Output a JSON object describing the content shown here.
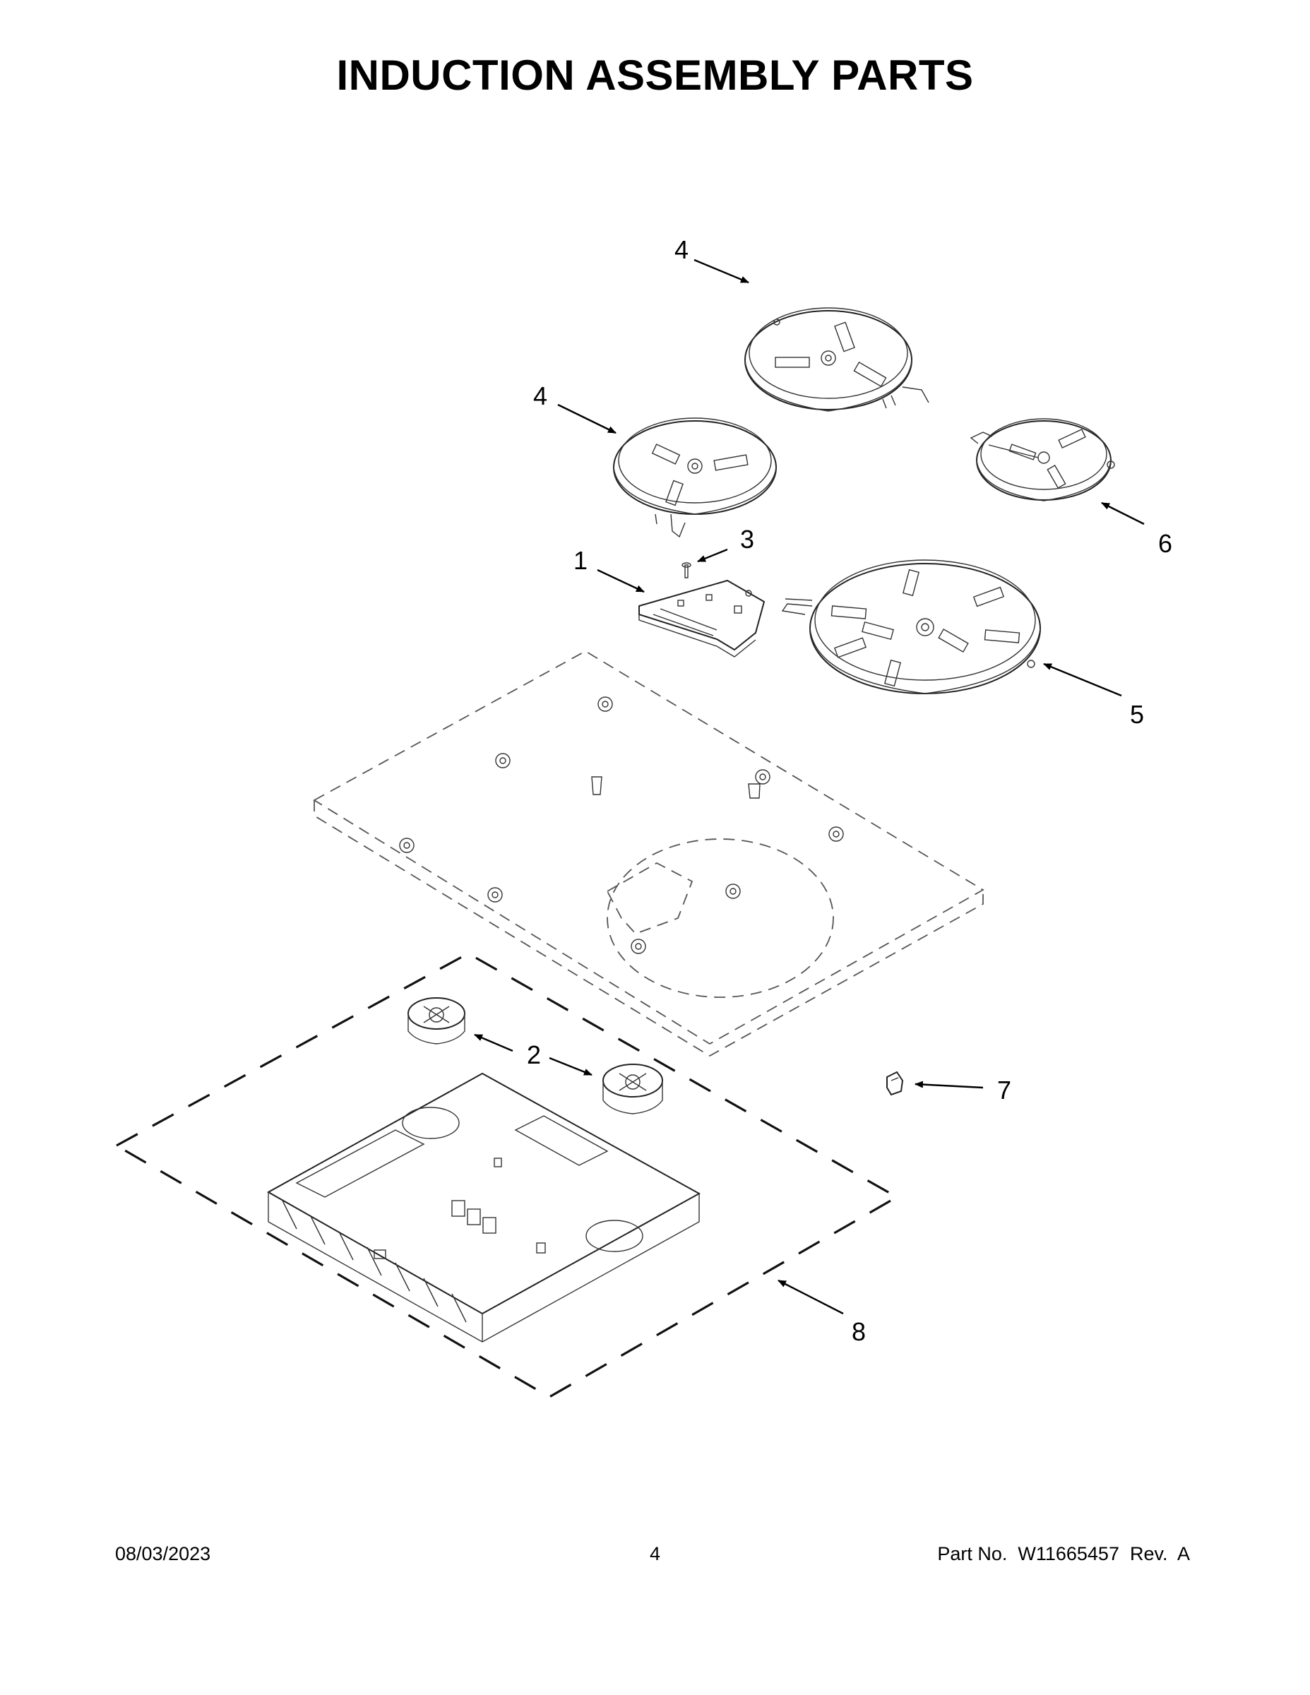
{
  "page": {
    "title": "INDUCTION ASSEMBLY PARTS",
    "footer": {
      "date": "08/03/2023",
      "page_number": "4",
      "part_number": "Part No.  W11665457  Rev.  A"
    }
  },
  "callouts": [
    {
      "id": "callout-1",
      "label": "1"
    },
    {
      "id": "callout-2",
      "label": "2"
    },
    {
      "id": "callout-3",
      "label": "3"
    },
    {
      "id": "callout-4a",
      "label": "4"
    },
    {
      "id": "callout-4b",
      "label": "4"
    },
    {
      "id": "callout-5",
      "label": "5"
    },
    {
      "id": "callout-6",
      "label": "6"
    },
    {
      "id": "callout-7",
      "label": "7"
    },
    {
      "id": "callout-8",
      "label": "8"
    }
  ]
}
